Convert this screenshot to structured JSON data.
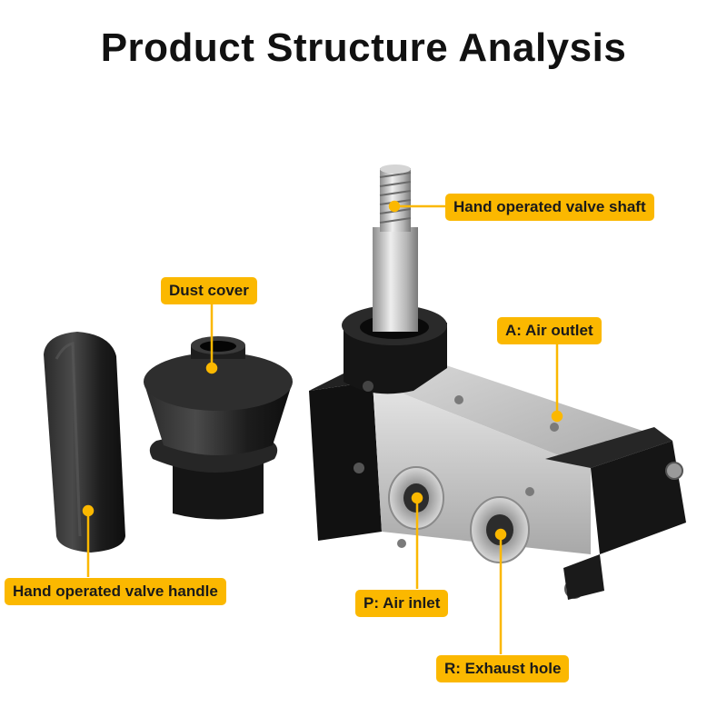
{
  "title": "Product Structure Analysis",
  "accent_color": "#fbb800",
  "callouts": {
    "shaft": "Hand operated valve shaft",
    "dust_cover": "Dust cover",
    "air_outlet": "A: Air outlet",
    "handle": "Hand operated valve handle",
    "air_inlet": "P: Air inlet",
    "exhaust": "R: Exhaust hole"
  },
  "parts": [
    "valve-handle",
    "dust-cover",
    "valve-shaft",
    "valve-body"
  ]
}
